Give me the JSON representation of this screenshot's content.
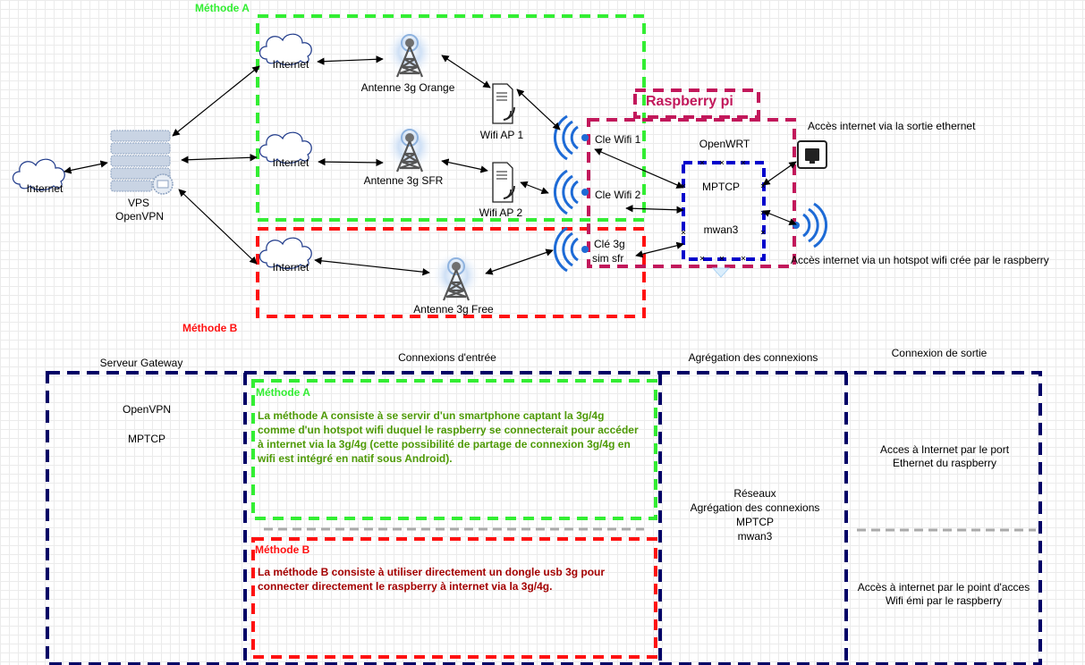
{
  "diagram": {
    "top": {
      "methode_a": "Méthode A",
      "methode_b": "Méthode B",
      "raspberry_pi": "Raspberry pi",
      "internet_left": "Internet",
      "vps": "VPS",
      "openvpn": "OpenVPN",
      "internet_a1": "Internet",
      "internet_a2": "Internet",
      "internet_b": "Internet",
      "antenne_orange": "Antenne 3g Orange",
      "antenne_sfr": "Antenne 3g SFR",
      "antenne_free": "Antenne 3g Free",
      "wifi_ap1": "Wifi AP 1",
      "wifi_ap2": "Wifi AP 2",
      "cle_wifi1": "Cle Wifi 1",
      "cle_wifi2": "Cle Wifi 2",
      "cle_3g_line1": "Clé 3g",
      "cle_3g_line2": "sim sfr",
      "openwrt": "OpenWRT",
      "mptcp": "MPTCP",
      "mwan3": "mwan3",
      "acces_ethernet": "Accès internet via la sortie ethernet",
      "acces_hotspot": "Accès internet via un hotspot wifi crée par le raspberry"
    },
    "bottom": {
      "col_gateway": "Serveur Gateway",
      "col_entree": "Connexions d'entrée",
      "col_agregation": "Agrégation des connexions",
      "col_sortie": "Connexion de sortie",
      "gw_openvpn": "OpenVPN",
      "gw_mptcp": "MPTCP",
      "methode_a": "Méthode A",
      "methode_a_desc": "La méthode A consiste à se servir d'un smartphone captant la 3g/4g comme d'un hotspot wifi duquel le raspberry se connecterait pour accéder à internet via la 3g/4g (cette possibilité de partage de connexion 3g/4g en wifi est intégré en natif sous Android).",
      "methode_b": "Méthode B",
      "methode_b_desc": "La méthode B consiste à utiliser directement un dongle usb 3g pour connecter directement le raspberry à internet via la 3g/4g.",
      "agg_reseaux": "Réseaux",
      "agg_agregation": "Agrégation des connexions",
      "agg_mptcp": "MPTCP",
      "agg_mwan3": "mwan3",
      "sortie_ethernet": "Acces à Internet par le port Ethernet du raspberry",
      "sortie_wifi": "Accès à internet par le point d'acces Wifi émi par le raspberry"
    },
    "colors": {
      "methode_a": "#33ee33",
      "methode_b": "#ff1111",
      "raspberry": "#c2185b",
      "openwrt_box": "#0000cc",
      "bottom_frame": "#000066",
      "separator": "#aaaaaa",
      "wifi_blue": "#1e6bd6"
    }
  }
}
